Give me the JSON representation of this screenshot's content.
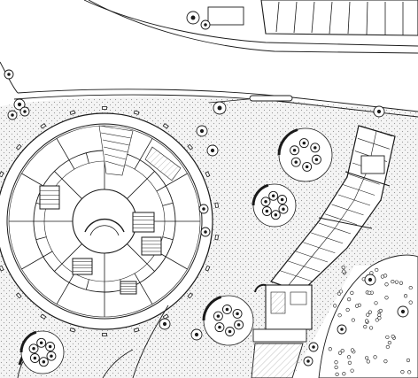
{
  "drawing": {
    "kind": "architectural site plan",
    "line_color": "#1a1a1a",
    "paving_color": "#e9e9e9",
    "background_color": "#ffffff",
    "icons": [
      "tree-symbol",
      "bench-symbol",
      "column-marker"
    ]
  }
}
